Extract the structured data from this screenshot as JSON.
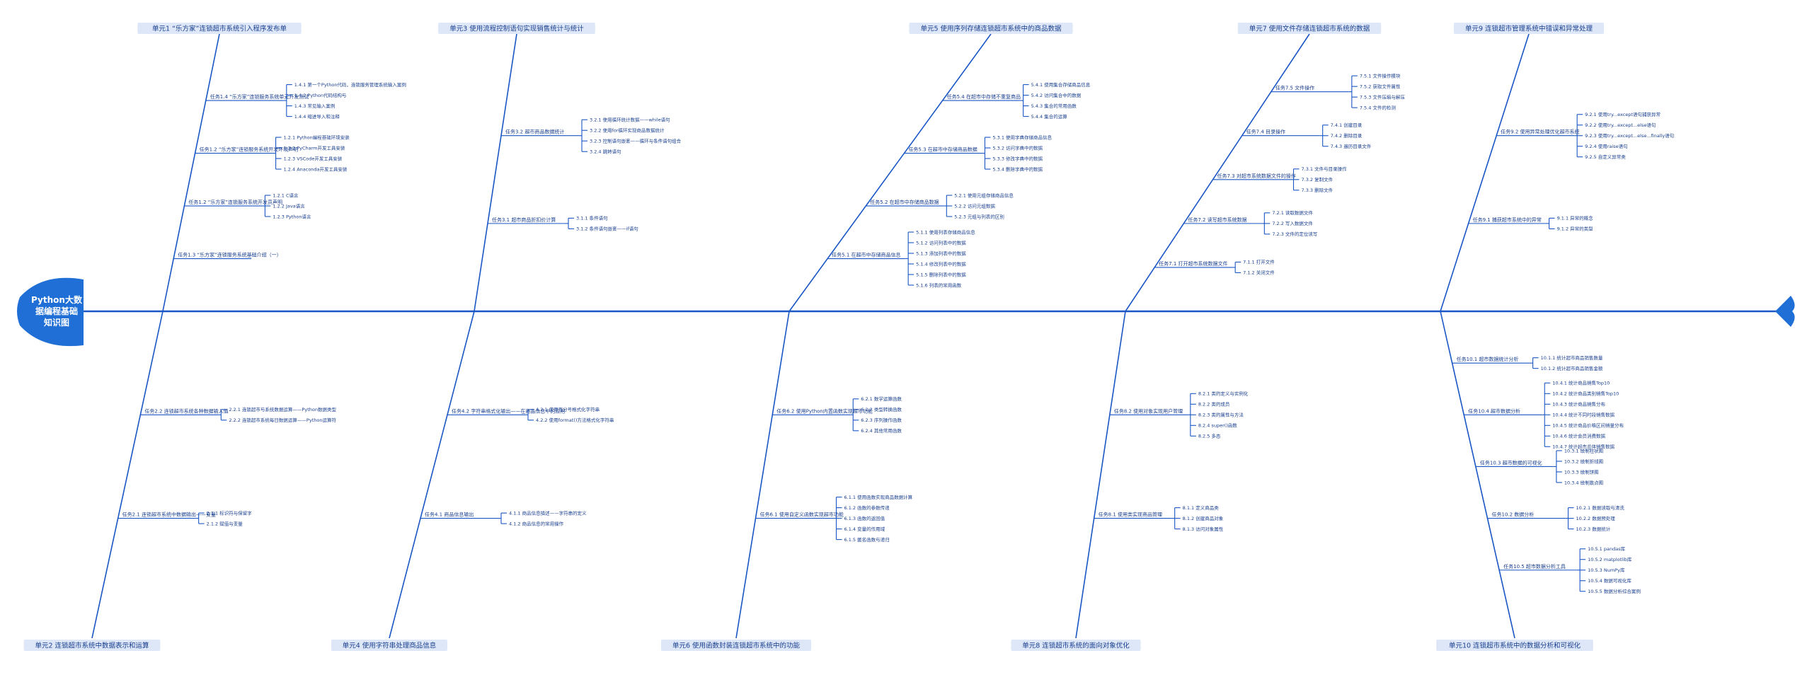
{
  "center_title": [
    "Python大数",
    "据编程基础",
    "知识图"
  ],
  "units": [
    {
      "label": "单元1 “乐方家”连锁超市系统引入程序发布单",
      "pos": "top",
      "tasks": [
        {
          "label": "任务1.3 “乐方家”连锁服务系统基础介绍（一）",
          "subs": []
        },
        {
          "label": "任务1.2 “乐方家”连锁服务系统开发员声明",
          "subs": [
            "1.2.1 C语言",
            "1.2.2 Java语言",
            "1.2.3 Python语言"
          ]
        },
        {
          "label": "任务1.2 “乐方家”连锁服务系统开发环境声明",
          "subs": [
            "1.2.1 Python编程基础环境安装",
            "1.2.2 PyCharm开发工具安装",
            "1.2.3 VSCode开发工具安装",
            "1.2.4 Anaconda开发工具安装"
          ]
        },
        {
          "label": "任务1.4 “乐方家”连锁服务系统单元开发测试",
          "subs": [
            "1.4.1 第一个Python代码，连锁服务管理系统输入案例",
            "1.4.2 Python代码结构与",
            "1.4.3 常见输入案例",
            "1.4.4 缩进导入和注释"
          ]
        }
      ]
    },
    {
      "label": "单元2 连锁超市系统中数据表示和运算",
      "pos": "bottom",
      "tasks": [
        {
          "label": "任务2.2 连锁超市系统各种数据输入值",
          "subs": [
            "2.2.1 连锁超市与系统数据运算——Python数据类型",
            "2.2.2 连锁超市系统每日数据运算——Python运算符"
          ]
        },
        {
          "label": "任务2.1 连锁超市系统中数据输出——变量",
          "subs": [
            "2.1.1 标识符与保留字",
            "2.1.2 赋值与变量"
          ]
        }
      ]
    },
    {
      "label": "单元3 使用流程控制语句实现销售统计与统计",
      "pos": "top",
      "tasks": [
        {
          "label": "任务3.1 超市商品折扣价计算",
          "subs": [
            "3.1.1 条件语句",
            "3.1.2 条件语句嵌套——if语句"
          ]
        },
        {
          "label": "任务3.2 超市商品数据统计",
          "subs": [
            "3.2.1 使用循环统计数据——while语句",
            "3.2.2 使用for循环实现商品数据统计",
            "3.2.3 控制语句嵌套——循环与条件语句组合",
            "3.2.4 跳转语句"
          ]
        }
      ]
    },
    {
      "label": "单元4 使用字符串处理商品信息",
      "pos": "bottom",
      "tasks": [
        {
          "label": "任务4.2 字符串格式化输出——在商品信息中的应用",
          "subs": [
            "4.2.1 使用百分号格式化字符串",
            "4.2.2 使用format()方法格式化字符串"
          ]
        },
        {
          "label": "任务4.1 商品信息输出",
          "subs": [
            "4.1.1 商品信息描述——字符串的定义",
            "4.1.2 商品信息的常用操作"
          ]
        }
      ]
    },
    {
      "label": "单元5 使用序列存储连锁超市系统中的商品数据",
      "pos": "top",
      "tasks": [
        {
          "label": "任务5.1 在超市中存储商品信息",
          "subs": [
            "5.1.1 使用列表存储商品信息",
            "5.1.2 访问列表中的数据",
            "5.1.3 添加列表中的数据",
            "5.1.4 修改列表中的数据",
            "5.1.5 删除列表中的数据",
            "5.1.6 列表的常用函数"
          ]
        },
        {
          "label": "任务5.2 在超市中存储商品数据",
          "subs": [
            "5.2.1 使用元组存储商品信息",
            "5.2.2 访问元组数据",
            "5.2.3 元组与列表的区别"
          ]
        },
        {
          "label": "任务5.3 在超市中存储商品数据",
          "subs": [
            "5.3.1 使用字典存储商品信息",
            "5.3.2 访问字典中的数据",
            "5.3.3 修改字典中的数据",
            "5.3.4 删除字典中的数据"
          ]
        },
        {
          "label": "任务5.4 在超市中存储不重复商品",
          "subs": [
            "5.4.1 使用集合存储商品信息",
            "5.4.2 访问集合中的数据",
            "5.4.3 集合的常用函数",
            "5.4.4 集合的运算"
          ]
        }
      ]
    },
    {
      "label": "单元6 使用函数封装连锁超市系统中的功能",
      "pos": "bottom",
      "tasks": [
        {
          "label": "任务6.2 使用Python内置函数实现超市功能",
          "subs": [
            "6.2.1 数学运算函数",
            "6.2.2 类型转换函数",
            "6.2.3 序列操作函数",
            "6.2.4 其他常用函数"
          ]
        },
        {
          "label": "任务6.1 使用自定义函数实现超市功能",
          "subs": [
            "6.1.1 使用函数实现商品数据计算",
            "6.1.2 函数的参数传递",
            "6.1.3 函数的返回值",
            "6.1.4 变量的作用域",
            "6.1.5 匿名函数与递归"
          ]
        }
      ]
    },
    {
      "label": "单元7 使用文件存储连锁超市系统的数据",
      "pos": "top",
      "tasks": [
        {
          "label": "任务7.1 打开超市系统数据文件",
          "subs": [
            "7.1.1 打开文件",
            "7.1.2 关闭文件"
          ]
        },
        {
          "label": "任务7.2 读写超市系统数据",
          "subs": [
            "7.2.1 读取数据文件",
            "7.2.2 写入数据文件",
            "7.2.3 文件的定位读写"
          ]
        },
        {
          "label": "任务7.3 对超市系统数据文件的操作",
          "subs": [
            "7.3.1 文件与目录操作",
            "7.3.2 复制文件",
            "7.3.3 删除文件"
          ]
        },
        {
          "label": "任务7.4 目录操作",
          "subs": [
            "7.4.1 创建目录",
            "7.4.2 删除目录",
            "7.4.3 遍历目录文件"
          ]
        },
        {
          "label": "任务7.5 文件操作",
          "subs": [
            "7.5.1 文件操作模块",
            "7.5.2 获取文件属性",
            "7.5.3 文件压缩与解压",
            "7.5.4 文件的检测"
          ]
        }
      ]
    },
    {
      "label": "单元8 连锁超市系统的面向对象优化",
      "pos": "bottom",
      "tasks": [
        {
          "label": "任务8.2 使用对象实现用户管理",
          "subs": [
            "8.2.1 类的定义与实例化",
            "8.2.2 类的成员",
            "8.2.3 类的属性与方法",
            "8.2.4 super()函数",
            "8.2.5 多态"
          ]
        },
        {
          "label": "任务8.1 使用类实现商品管理",
          "subs": [
            "8.1.1 定义商品类",
            "8.1.2 创建商品对象",
            "8.1.3 访问对象属性"
          ]
        }
      ]
    },
    {
      "label": "单元9 连锁超市管理系统中错误和异常处理",
      "pos": "top",
      "tasks": [
        {
          "label": "任务9.1 捕获超市系统中的异常",
          "subs": [
            "9.1.1 异常的概念",
            "9.1.2 异常的类型"
          ]
        },
        {
          "label": "任务9.2 使用异常处理优化超市系统",
          "subs": [
            "9.2.1 使用try...except语句捕获异常",
            "9.2.2 使用try...except...else语句",
            "9.2.3 使用try...except...else...finally语句",
            "9.2.4 使用raise语句",
            "9.2.5 自定义异常类"
          ]
        }
      ]
    },
    {
      "label": "单元10 连锁超市系统中的数据分析和可视化",
      "pos": "bottom",
      "tasks": [
        {
          "label": "任务10.1 超市数据统计分析",
          "subs": [
            "10.1.1 统计超市商品销售数量",
            "10.1.2 统计超市商品销售金额"
          ]
        },
        {
          "label": "任务10.4 超市数据分析",
          "subs": [
            "10.4.1 统计商品销售Top10",
            "10.4.2 统计商品类别销售Top10",
            "10.4.3 统计商品销售分布",
            "10.4.4 统计不同时段销售数据",
            "10.4.5 统计商品价格区间销量分布",
            "10.4.6 统计会员消费数据",
            "10.4.7 统计超市总体销售数据"
          ]
        },
        {
          "label": "任务10.3 超市数据的可视化",
          "subs": [
            "10.3.1 绘制柱状图",
            "10.3.2 绘制折线图",
            "10.3.3 绘制饼图",
            "10.3.4 绘制散点图"
          ]
        },
        {
          "label": "任务10.2 数据分析",
          "subs": [
            "10.2.1 数据读取与清洗",
            "10.2.2 数据预处理",
            "10.2.3 数据统计"
          ]
        },
        {
          "label": "任务10.5 超市数据分析工具",
          "subs": [
            "10.5.1 pandas库",
            "10.5.2 matplotlib库",
            "10.5.3 NumPy库",
            "10.5.4 数据可视化库",
            "10.5.5 数据分析综合案例"
          ]
        }
      ]
    }
  ]
}
